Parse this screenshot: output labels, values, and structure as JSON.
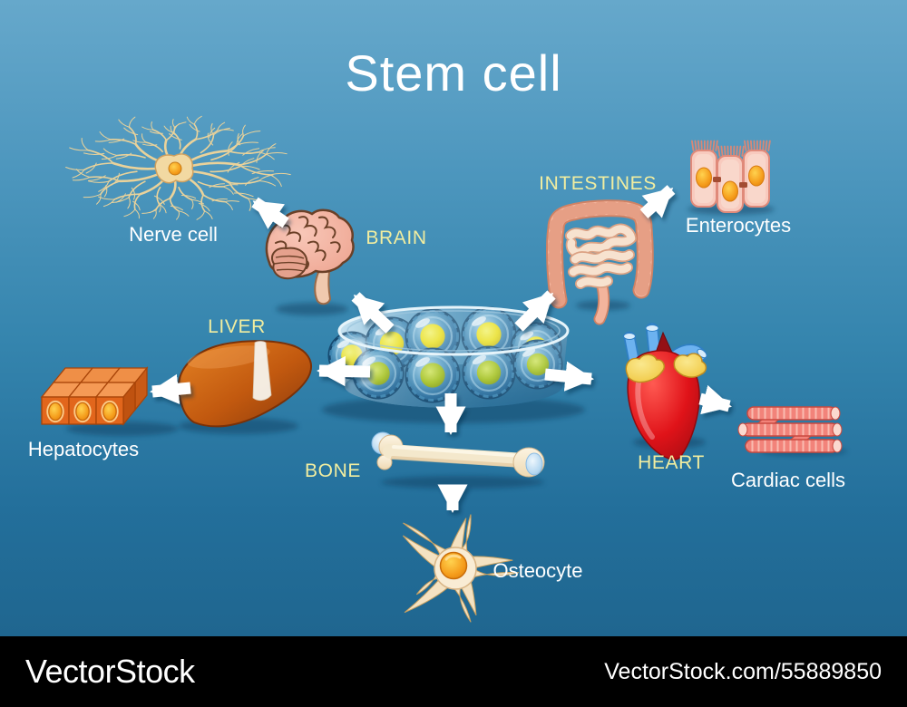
{
  "title": "Stem cell",
  "labels": {
    "nerve_cell": "Nerve cell",
    "brain": "BRAIN",
    "intestines": "INTESTINES",
    "enterocytes": "Enterocytes",
    "liver": "LIVER",
    "hepatocytes": "Hepatocytes",
    "heart": "HEART",
    "cardiac_cells": "Cardiac cells",
    "bone": "BONE",
    "osteocyte": "Osteocyte"
  },
  "icons": {
    "center": "petri-dish-stem-cells-icon",
    "nerve_cell": "neuron-icon",
    "brain": "brain-icon",
    "intestines": "intestines-icon",
    "enterocytes": "enterocytes-icon",
    "liver": "liver-icon",
    "hepatocytes": "hepatocytes-icon",
    "heart": "heart-icon",
    "cardiac_cells": "cardiac-muscle-icon",
    "bone": "bone-icon",
    "osteocyte": "osteocyte-icon"
  },
  "arrows": [
    {
      "from": "petri-dish",
      "to": "brain"
    },
    {
      "from": "petri-dish",
      "to": "intestines"
    },
    {
      "from": "petri-dish",
      "to": "liver"
    },
    {
      "from": "petri-dish",
      "to": "heart"
    },
    {
      "from": "petri-dish",
      "to": "bone"
    },
    {
      "from": "brain",
      "to": "nerve-cell"
    },
    {
      "from": "intestines",
      "to": "enterocytes"
    },
    {
      "from": "liver",
      "to": "hepatocytes"
    },
    {
      "from": "heart",
      "to": "cardiac-cells"
    },
    {
      "from": "bone",
      "to": "osteocyte"
    }
  ],
  "colors": {
    "background_top": "#66a8cb",
    "background_bottom": "#1d6189",
    "title": "#ffffff",
    "organ_label": "#f1eda0",
    "cell_label": "#ffffff",
    "arrow": "#ffffff",
    "footer_background": "#000000",
    "footer_text": "#ffffff"
  },
  "footer": {
    "logo_text": "VectorStock",
    "watermark": "VectorStock.com/55889850"
  }
}
